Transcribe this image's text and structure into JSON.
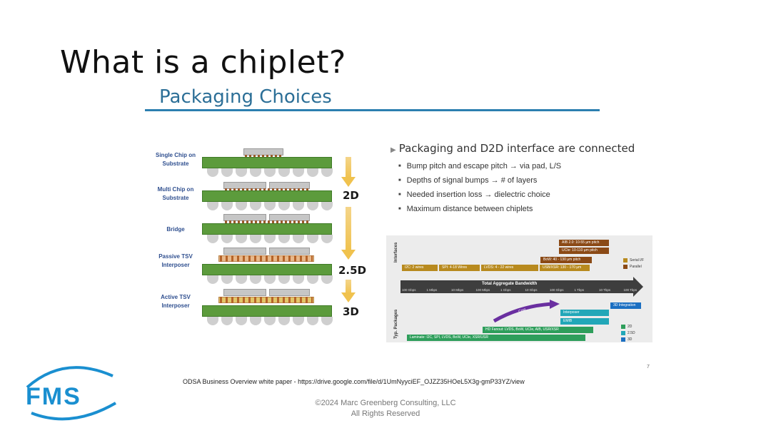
{
  "slide": {
    "title": "What is a chiplet?",
    "section_title": "Packaging Choices",
    "page_number": "7"
  },
  "diagram": {
    "rows": [
      {
        "label": "Single Chip on Substrate"
      },
      {
        "label": "Multi Chip on Substrate"
      },
      {
        "label": "Bridge"
      },
      {
        "label": "Passive TSV Interposer"
      },
      {
        "label": "Active TSV Interposer"
      }
    ],
    "dimensions": [
      "2D",
      "2.5D",
      "3D"
    ]
  },
  "bullets": {
    "heading": "Packaging and D2D interface are connected",
    "items": [
      "Bump pitch and escape pitch → via pad, L/S",
      "Depths of signal bumps → # of layers",
      "Needed insertion loss → dielectric choice",
      "Maximum distance between chiplets"
    ]
  },
  "chart": {
    "interfaces_label": "Interfaces",
    "packages_label": "Typ. Packages",
    "axis_title": "Total Aggregate Bandwidth",
    "ticks": [
      "100 Gbps",
      "1 Mbps",
      "10 Mbps",
      "100 Mbps",
      "1 Gbps",
      "10 Gbps",
      "100 Gbps",
      "1 Tbps",
      "10 Tbps",
      "100 Tbps"
    ],
    "interface_bars": [
      {
        "label": "AIB 2.0: 10-55 µm pitch"
      },
      {
        "label": "UCIe: 10-110 µm pitch"
      },
      {
        "label": "BoW: 40 - 130 µm pitch"
      },
      {
        "label": "I2C: 2 wires"
      },
      {
        "label": "SPI: 4-18 Wires"
      },
      {
        "label": "LVDS: 4 - 22 wires"
      },
      {
        "label": "USB/XSR: 130 - 170 µm"
      }
    ],
    "interface_legend": [
      "Serial I/F",
      "Parallel"
    ],
    "package_bars": [
      {
        "label": "3D Integration"
      },
      {
        "label": "Interposer"
      },
      {
        "label": "EMIB"
      },
      {
        "label": "HD Fanout: LVDS, BoW, UCIe, AIB, USR/XSR"
      },
      {
        "label": "Laminate: I2C, SPI, LVDS, BoW, UCIe, XSR/USR"
      }
    ],
    "curve_label": "Cost",
    "package_legend": [
      "2D",
      "2.5D",
      "3D"
    ]
  },
  "footer": {
    "source": "ODSA Business Overview white paper - https://drive.google.com/file/d/1UmNyyciEF_OJZZ35HOeL5X3g-gmP33YZ/view",
    "copyright_line1": "©2024 Marc Greenberg Consulting, LLC",
    "copyright_line2": "All Rights Reserved",
    "logo_text": "FMS"
  },
  "colors": {
    "accent_blue": "#2c7fb0",
    "substrate_green": "#5c9b3c",
    "interface_brown": "#8b4a16",
    "serial_gold": "#b88a1e",
    "package_green": "#2e9e5b",
    "package_teal": "#22a7b8",
    "package_blue": "#1b6fc2"
  }
}
